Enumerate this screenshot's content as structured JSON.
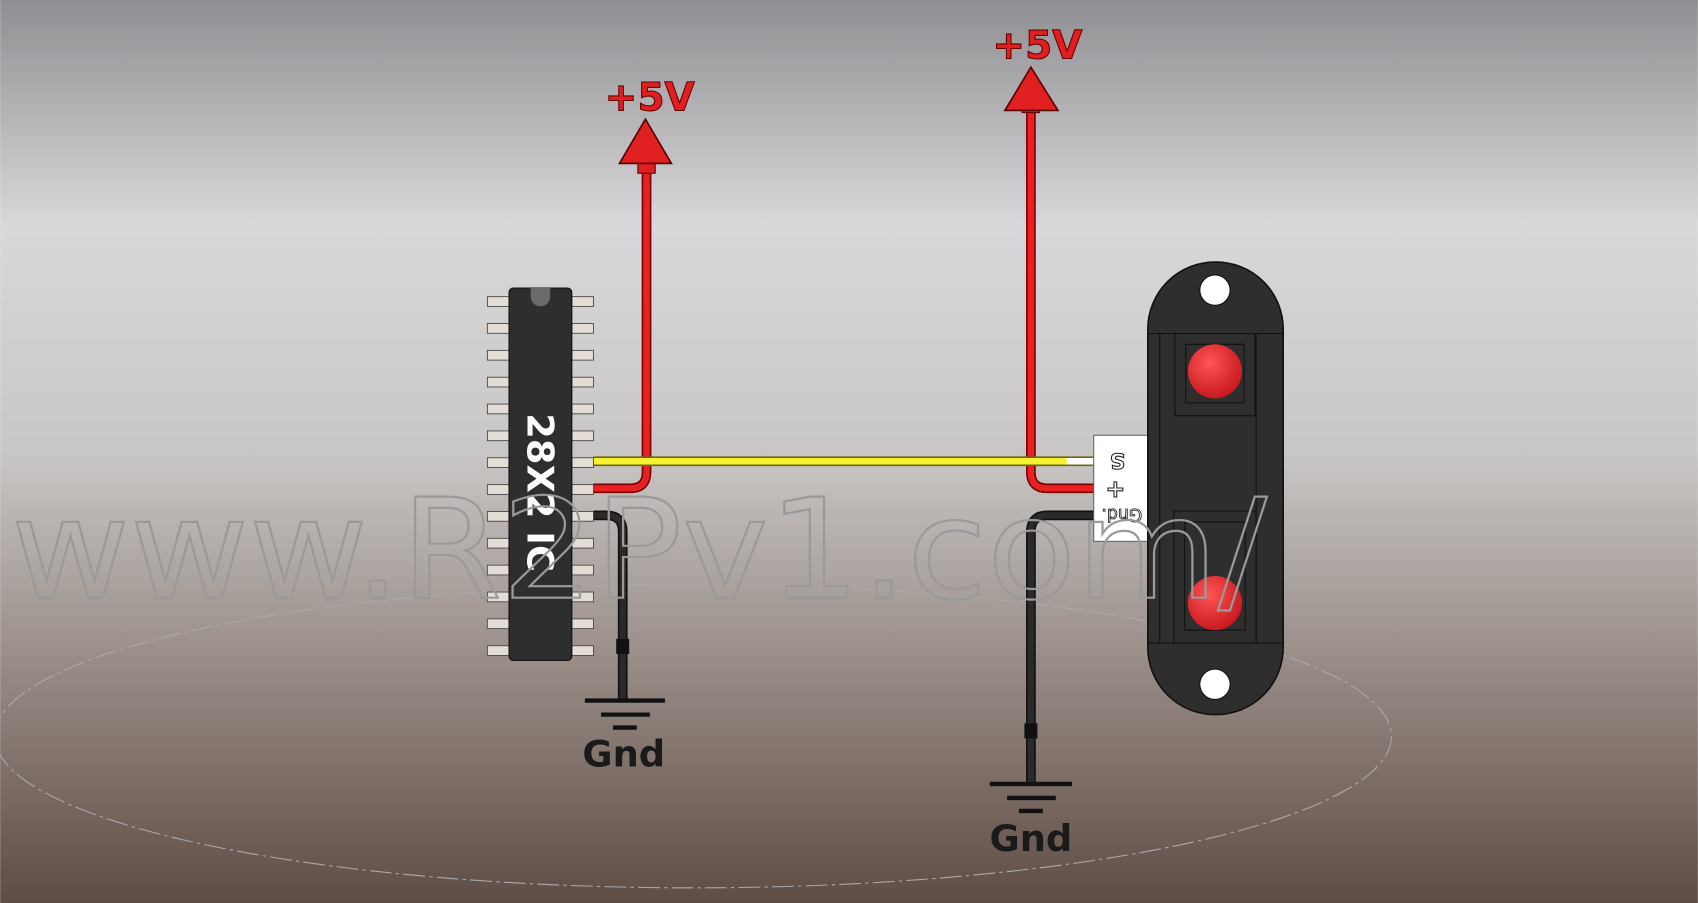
{
  "ic": {
    "label": "28X2 IC",
    "pins_per_side": 14
  },
  "power_labels": [
    "+5V",
    "+5V"
  ],
  "ground_labels": [
    "Gnd",
    "Gnd"
  ],
  "connector": {
    "pins": [
      "S",
      "+",
      "Gnd."
    ]
  },
  "watermark": "www.R2Pv1.com/",
  "colors": {
    "power": "#e02020",
    "signal": "#f2ef2a",
    "ground": "#222222",
    "body": "#2e2e2e",
    "button": "#e21c22"
  }
}
